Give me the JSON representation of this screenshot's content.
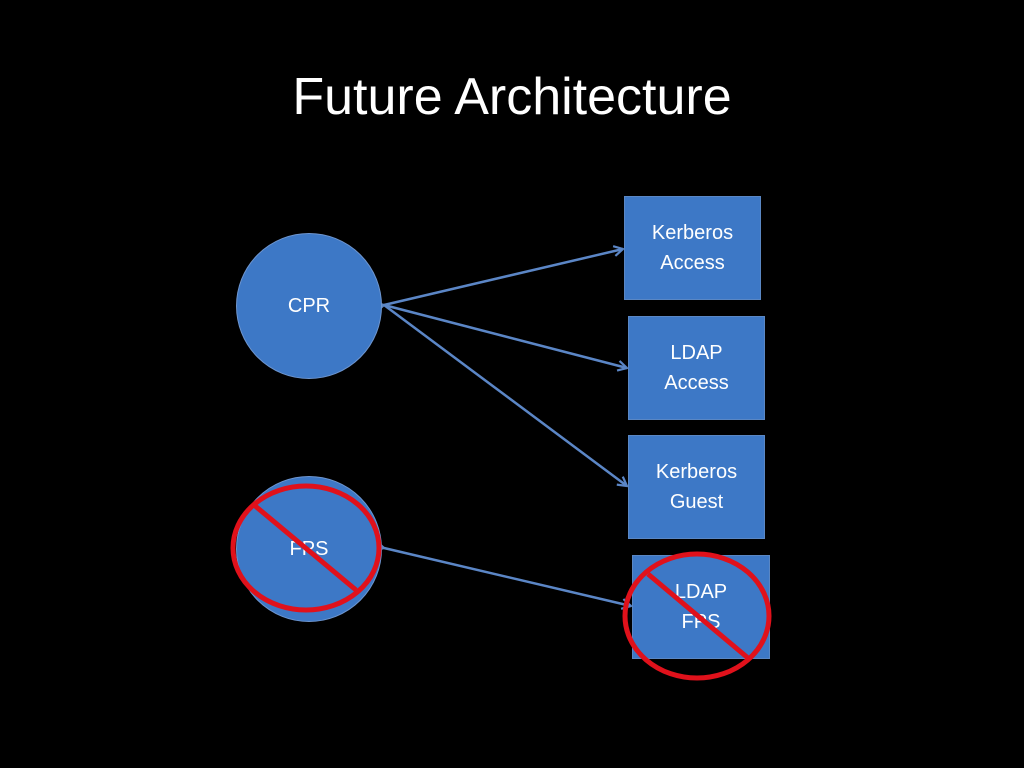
{
  "slide": {
    "title": "Future Architecture"
  },
  "nodes": {
    "cpr": {
      "label": "CPR"
    },
    "fps": {
      "label": "FPS",
      "crossed_out": true
    },
    "kerberos_access": {
      "line1": "Kerberos",
      "line2": "Access"
    },
    "ldap_access": {
      "line1": "LDAP",
      "line2": "Access"
    },
    "kerberos_guest": {
      "line1": "Kerberos",
      "line2": "Guest"
    },
    "ldap_fps": {
      "line1": "LDAP",
      "line2": "FPS",
      "crossed_out": true
    }
  },
  "colors": {
    "background": "#000000",
    "node_fill": "#3d78c6",
    "arrow": "#5b86c6",
    "prohibit": "#e0111b",
    "text": "#ffffff"
  }
}
